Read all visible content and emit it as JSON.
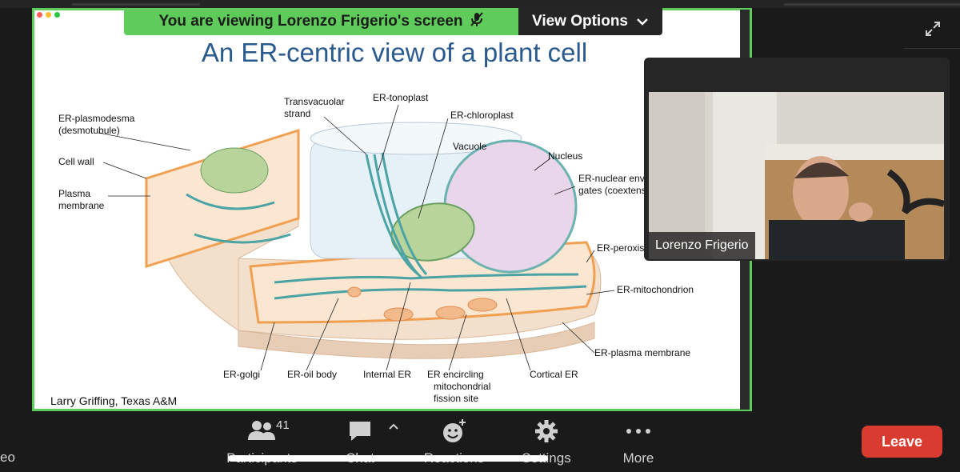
{
  "share_banner": {
    "viewing_text": "You are viewing  Lorenzo Frigerio's screen",
    "view_options_label": "View Options"
  },
  "slide": {
    "title": "An ER-centric view of a plant cell",
    "credit": "Larry Griffing, Texas A&M",
    "labels": {
      "er_plasmodesma": "ER-plasmodesma",
      "desmotubule": "(desmotubule)",
      "cell_wall": "Cell wall",
      "plasma": "Plasma",
      "membrane": "membrane",
      "transvacuolar_1": "Transvacuolar",
      "transvacuolar_2": "strand",
      "er_tonoplast": "ER-tonoplast",
      "er_chloroplast": "ER-chloroplast",
      "vacuole": "Vacuole",
      "nucleus": "Nucleus",
      "er_nuclear_1": "ER-nuclear enve",
      "er_nuclear_2": "gates (coextens",
      "er_peroxis": "ER-peroxis",
      "er_mitochondrion": "ER-mitochondrion",
      "er_plasma_membrane": "ER-plasma membrane",
      "er_golgi": "ER-golgi",
      "er_oil_body": "ER-oil body",
      "internal_er": "Internal ER",
      "er_encircling_1": "ER encircling",
      "er_encircling_2": "mitochondrial",
      "er_encircling_3": "fission site",
      "cortical_er": "Cortical ER"
    }
  },
  "video": {
    "participant_name": "Lorenzo Frigerio"
  },
  "toolbar": {
    "left_partial_label": "eo",
    "participants_label": "Participants",
    "participants_count": "41",
    "chat_label": "Chat",
    "reactions_label": "Reactions",
    "settings_label": "Settings",
    "more_label": "More",
    "leave_label": "Leave"
  },
  "colors": {
    "banner_green": "#5fcb5a",
    "leave_red": "#d93b30",
    "title_blue": "#2a5a8e"
  }
}
